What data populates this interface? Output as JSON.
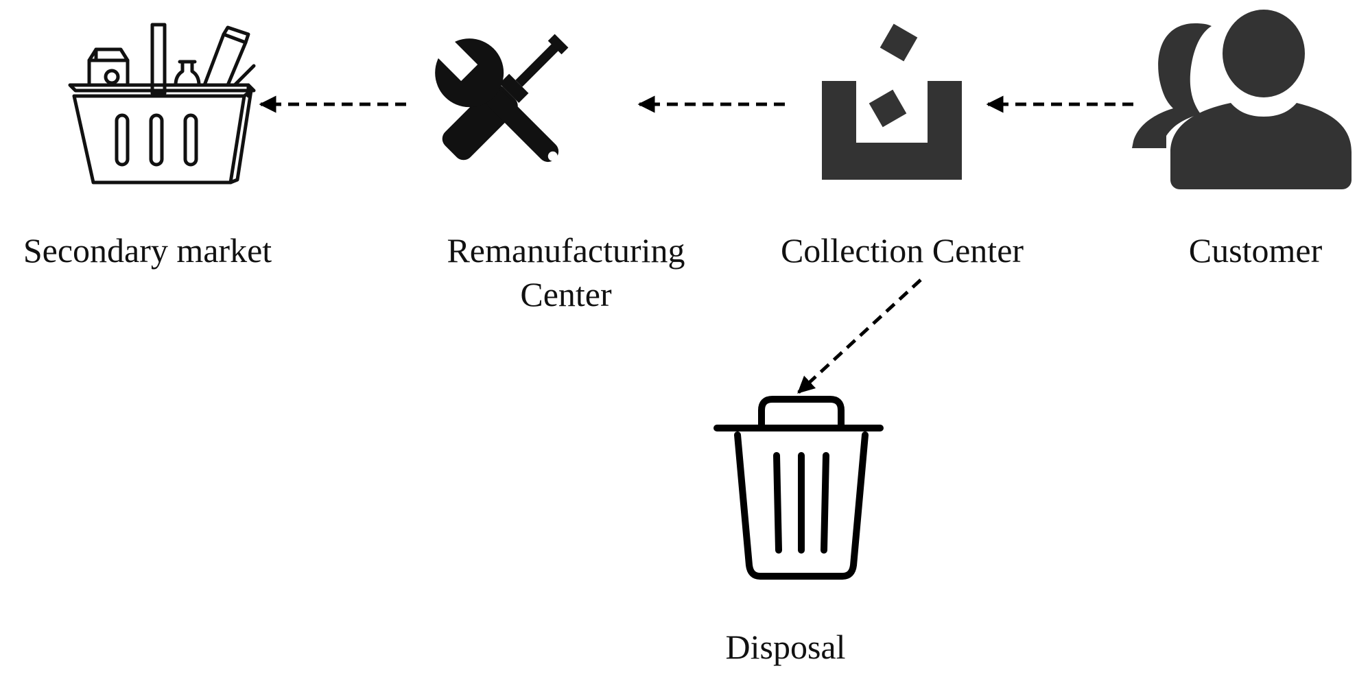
{
  "nodes": {
    "secondary_market": {
      "label": "Secondary market",
      "icon": "shopping-basket-icon"
    },
    "remanufacturing": {
      "label_line1": "Remanufacturing",
      "label_line2": "Center",
      "icon": "tools-wrench-screwdriver-icon"
    },
    "collection": {
      "label": "Collection Center",
      "icon": "collection-box-icon"
    },
    "customer": {
      "label": "Customer",
      "icon": "users-icon"
    },
    "disposal": {
      "label": "Disposal",
      "icon": "trash-can-icon"
    }
  },
  "edges": [
    {
      "from": "Customer",
      "to": "Collection Center"
    },
    {
      "from": "Collection Center",
      "to": "Remanufacturing Center"
    },
    {
      "from": "Remanufacturing Center",
      "to": "Secondary market"
    },
    {
      "from": "Collection Center",
      "to": "Disposal"
    }
  ],
  "colors": {
    "ink": "#000000",
    "icon_fill": "#333333",
    "background": "#ffffff"
  }
}
